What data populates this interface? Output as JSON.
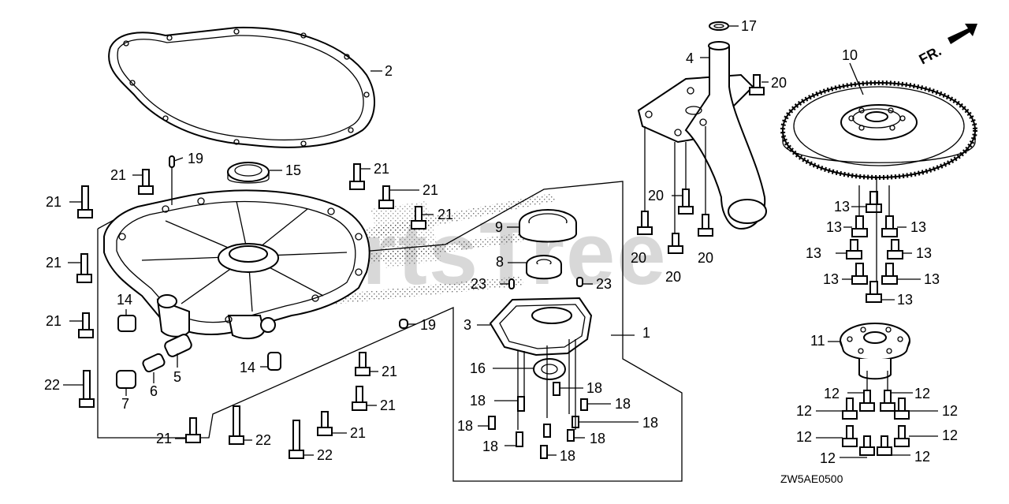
{
  "diagram": {
    "code": "ZW5AE0500",
    "watermark": "PartsTree",
    "front_marker": "FR.",
    "labels": [
      {
        "id": "l1",
        "text": "1"
      },
      {
        "id": "l2",
        "text": "2"
      },
      {
        "id": "l3",
        "text": "3"
      },
      {
        "id": "l4",
        "text": "4"
      },
      {
        "id": "l5",
        "text": "5"
      },
      {
        "id": "l6",
        "text": "6"
      },
      {
        "id": "l7",
        "text": "7"
      },
      {
        "id": "l8",
        "text": "8"
      },
      {
        "id": "l9",
        "text": "9"
      },
      {
        "id": "l10",
        "text": "10"
      },
      {
        "id": "l11",
        "text": "11"
      },
      {
        "id": "l12a",
        "text": "12"
      },
      {
        "id": "l12b",
        "text": "12"
      },
      {
        "id": "l12c",
        "text": "12"
      },
      {
        "id": "l12d",
        "text": "12"
      },
      {
        "id": "l12e",
        "text": "12"
      },
      {
        "id": "l12f",
        "text": "12"
      },
      {
        "id": "l12g",
        "text": "12"
      },
      {
        "id": "l12h",
        "text": "12"
      },
      {
        "id": "l13a",
        "text": "13"
      },
      {
        "id": "l13b",
        "text": "13"
      },
      {
        "id": "l13c",
        "text": "13"
      },
      {
        "id": "l13d",
        "text": "13"
      },
      {
        "id": "l13e",
        "text": "13"
      },
      {
        "id": "l13f",
        "text": "13"
      },
      {
        "id": "l13g",
        "text": "13"
      },
      {
        "id": "l13h",
        "text": "13"
      },
      {
        "id": "l14a",
        "text": "14"
      },
      {
        "id": "l14b",
        "text": "14"
      },
      {
        "id": "l15",
        "text": "15"
      },
      {
        "id": "l16",
        "text": "16"
      },
      {
        "id": "l17",
        "text": "17"
      },
      {
        "id": "l18a",
        "text": "18"
      },
      {
        "id": "l18b",
        "text": "18"
      },
      {
        "id": "l18c",
        "text": "18"
      },
      {
        "id": "l18d",
        "text": "18"
      },
      {
        "id": "l18e",
        "text": "18"
      },
      {
        "id": "l18f",
        "text": "18"
      },
      {
        "id": "l18g",
        "text": "18"
      },
      {
        "id": "l18h",
        "text": "18"
      },
      {
        "id": "l19a",
        "text": "19"
      },
      {
        "id": "l19b",
        "text": "19"
      },
      {
        "id": "l20a",
        "text": "20"
      },
      {
        "id": "l20b",
        "text": "20"
      },
      {
        "id": "l20c",
        "text": "20"
      },
      {
        "id": "l20d",
        "text": "20"
      },
      {
        "id": "l20e",
        "text": "20"
      },
      {
        "id": "l21a",
        "text": "21"
      },
      {
        "id": "l21b",
        "text": "21"
      },
      {
        "id": "l21c",
        "text": "21"
      },
      {
        "id": "l21d",
        "text": "21"
      },
      {
        "id": "l21e",
        "text": "21"
      },
      {
        "id": "l21f",
        "text": "21"
      },
      {
        "id": "l21g",
        "text": "21"
      },
      {
        "id": "l21h",
        "text": "21"
      },
      {
        "id": "l21i",
        "text": "21"
      },
      {
        "id": "l21j",
        "text": "21"
      },
      {
        "id": "l21k",
        "text": "21"
      },
      {
        "id": "l22a",
        "text": "22"
      },
      {
        "id": "l22b",
        "text": "22"
      },
      {
        "id": "l22c",
        "text": "22"
      },
      {
        "id": "l23a",
        "text": "23"
      },
      {
        "id": "l23b",
        "text": "23"
      }
    ]
  }
}
